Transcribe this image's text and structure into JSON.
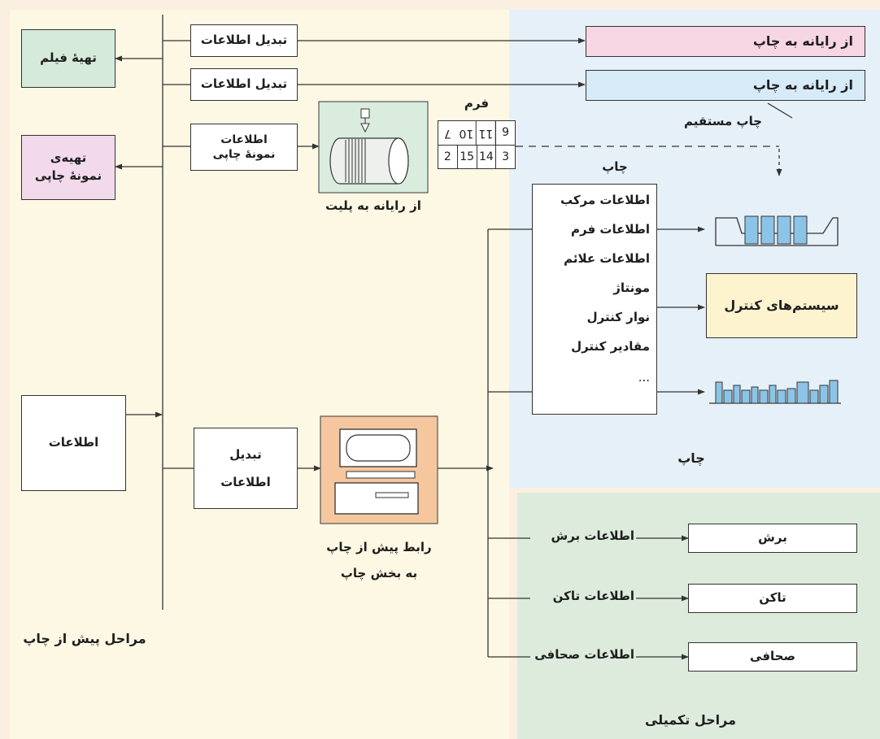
{
  "zones": {
    "prepress_label": "مراحل پیش از چاپ",
    "print_label": "چاپ",
    "finishing_label": "مراحل تکمیلی"
  },
  "colors": {
    "prepress_bg": "#fdf8e3",
    "print_bg": "#e6f0f8",
    "finishing_bg": "#dcebdc",
    "film_box": "#d5eadb",
    "proof_box": "#f2d9ec",
    "ctp_pink": "#f7d6e4",
    "ctp_blue": "#d6eaf8",
    "interface_box": "#f6c79f",
    "controls_box": "#fdf3cf"
  },
  "left": {
    "film": "تهیهٔ فیلم",
    "proof_line1": "تهیه‌ی",
    "proof_line2": "نمونهٔ چاپی",
    "info": "اطلاعات"
  },
  "conversions": {
    "row1": "تبدیل اطلاعات",
    "row2": "تبدیل اطلاعات",
    "proof_info_line1": "اطلاعات",
    "proof_info_line2": "نمونهٔ چاپی",
    "bottom_line1": "تبدیل",
    "bottom_line2": "اطلاعات"
  },
  "ctp": {
    "film_target": "از رایانه به چاپ",
    "direct_target": "از رایانه به چاپ",
    "direct_label": "چاپ مستقیم",
    "plate_label": "از رایانه به پلیت"
  },
  "form": {
    "title": "فرم",
    "top_row": [
      "9",
      "11",
      "10",
      "7"
    ],
    "bottom_row": [
      "3",
      "14",
      "15",
      "2"
    ]
  },
  "interface": {
    "line1": "رابط پیش از چاپ",
    "line2": "به بخش چاپ"
  },
  "press": {
    "title": "چاپ",
    "items": [
      "اطلاعات مرکب",
      "اطلاعات فرم",
      "اطلاعات علائم",
      "مونتاژ",
      "نوار کنترل",
      "مقادیر کنترل",
      "..."
    ],
    "control_systems": "سیستم‌های کنترل"
  },
  "finishing": {
    "cut_info": "اطلاعات برش",
    "cut": "برش",
    "fold_info": "اطلاعات تاکن",
    "fold": "تاکن",
    "bind_info": "اطلاعات صحافی",
    "bind": "صحافی"
  }
}
